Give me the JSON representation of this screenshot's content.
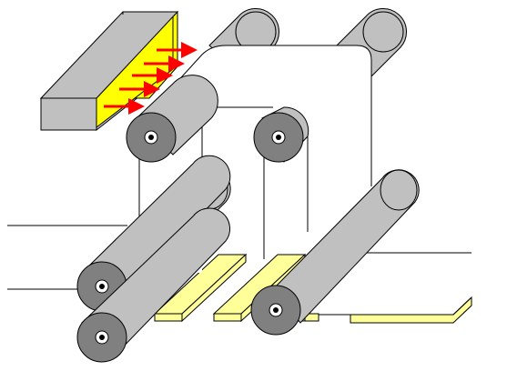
{
  "diagram": {
    "kind": "roller-web-illustration",
    "colors": {
      "roller_body": "#c0c0c0",
      "roller_end": "#808080",
      "roller_hub": "#ffffff",
      "roller_axle": "#000000",
      "web": "#ffffff",
      "plate": "#ffff99",
      "lamp_housing": "#c0c0c0",
      "lamp_face": "#ffff00",
      "arrow": "#ff0000",
      "outline": "#000000"
    },
    "parts": {
      "lamp": {
        "icon": "lamp-block-icon",
        "arrow_count": 5
      },
      "rollers": [
        {
          "id": "top-rear-left"
        },
        {
          "id": "top-rear-right"
        },
        {
          "id": "top-front-left"
        },
        {
          "id": "top-front-right"
        },
        {
          "id": "middle-rear-left"
        },
        {
          "id": "bottom-rear-right"
        },
        {
          "id": "bottom-left-upper"
        },
        {
          "id": "bottom-left-lower"
        },
        {
          "id": "bottom-center"
        }
      ],
      "plates": [
        {
          "id": "plate-left"
        },
        {
          "id": "plate-center"
        },
        {
          "id": "plate-right"
        }
      ]
    }
  }
}
